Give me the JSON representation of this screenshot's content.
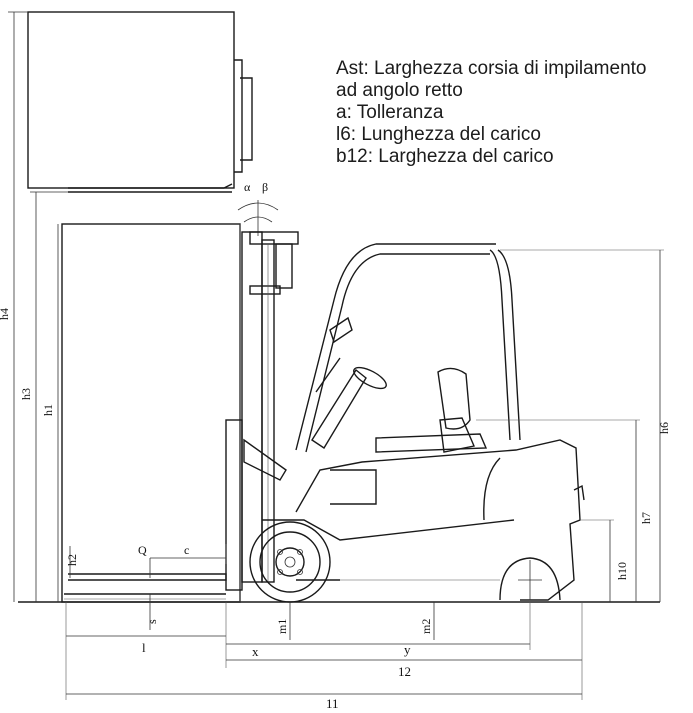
{
  "legend": [
    "Ast: Larghezza corsia di impilamento",
    "ad angolo retto",
    "a: Tolleranza",
    "l6: Lunghezza del carico",
    "b12: Larghezza del carico"
  ],
  "dimensions": {
    "h4": "h4",
    "h3": "h3",
    "h1": "h1",
    "h2": "h2",
    "h6": "h6",
    "h7": "h7",
    "h10": "h10",
    "Q": "Q",
    "c": "c",
    "s": "s",
    "m1": "m1",
    "m2": "m2",
    "l": "l",
    "x": "x",
    "y": "y",
    "l2": "12",
    "l1": "11",
    "alpha": "α",
    "beta": "β"
  }
}
